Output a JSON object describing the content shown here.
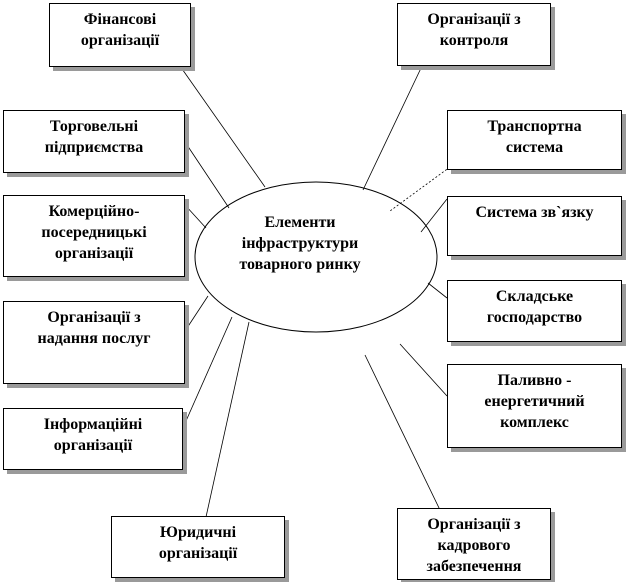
{
  "center": {
    "lines": [
      "Елементи",
      "інфраструктури",
      "товарного ринку"
    ]
  },
  "left": [
    {
      "lines": [
        "Фінансові",
        "організації"
      ]
    },
    {
      "lines": [
        "Торговельні",
        "підприємства"
      ]
    },
    {
      "lines": [
        "Комерційно-",
        "посередницькі",
        "організації"
      ]
    },
    {
      "lines": [
        "Організації з",
        "надання послуг"
      ]
    },
    {
      "lines": [
        "Інформаційні",
        "організації"
      ]
    },
    {
      "lines": [
        "Юридичні",
        "організації"
      ]
    }
  ],
  "right": [
    {
      "lines": [
        "Організації з",
        "контроля"
      ]
    },
    {
      "lines": [
        "Транспортна",
        "система"
      ]
    },
    {
      "lines": [
        "Система зв`язку"
      ]
    },
    {
      "lines": [
        "Складське",
        "господарство"
      ]
    },
    {
      "lines": [
        "Паливно -",
        "енергетичний",
        "комплекс"
      ]
    },
    {
      "lines": [
        "Організації з",
        "кадрового",
        "забезпечення"
      ]
    }
  ]
}
